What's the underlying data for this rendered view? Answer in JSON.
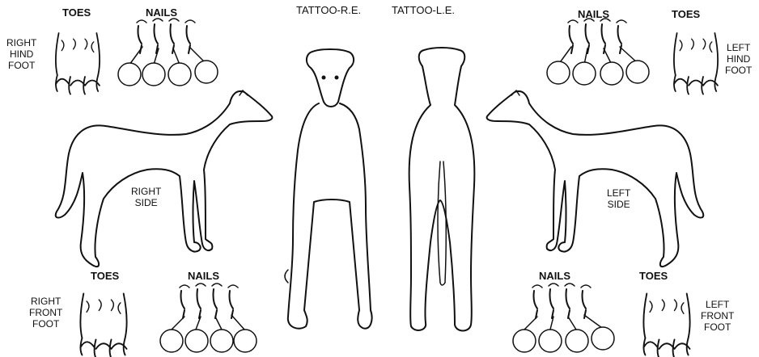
{
  "tattoo": {
    "right_ear": "TATTOO-R.E.",
    "left_ear": "TATTOO-L.E."
  },
  "headings": {
    "toes": "TOES",
    "nails": "NAILS"
  },
  "feet": {
    "right_hind": [
      "RIGHT",
      "HIND",
      "FOOT"
    ],
    "left_hind": [
      "LEFT",
      "HIND",
      "FOOT"
    ],
    "right_front": [
      "RIGHT",
      "FRONT",
      "FOOT"
    ],
    "left_front": [
      "LEFT",
      "FRONT",
      "FOOT"
    ]
  },
  "sides": {
    "right": [
      "RIGHT",
      "SIDE"
    ],
    "left": [
      "LEFT",
      "SIDE"
    ]
  },
  "nail_circles_per_foot": 4
}
